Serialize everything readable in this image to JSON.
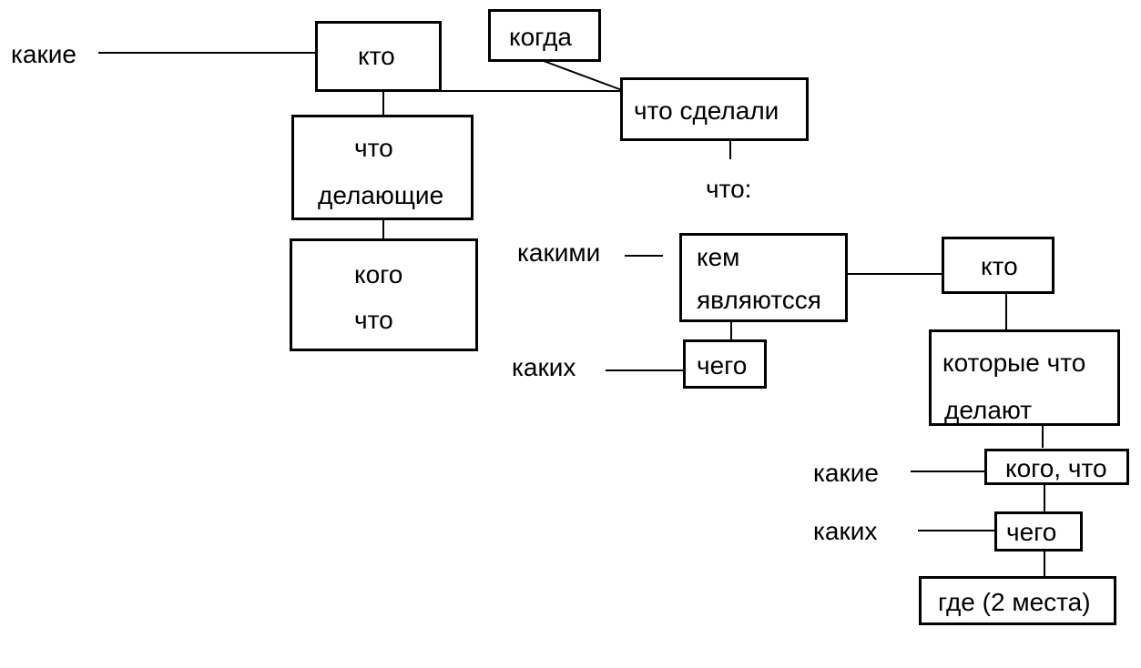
{
  "diagram": {
    "nodes": {
      "who_top": "кто",
      "when": "когда",
      "what_did": "что сделали",
      "doing_what_1": "что",
      "doing_what_2": "делающие",
      "whom_what_1": "кого",
      "whom_what_2": "что",
      "by_whom_1": "кем",
      "by_whom_2": "являютсся",
      "of_what": "чего",
      "who_right": "кто",
      "which_do_1": "которые что",
      "which_do_2": "делают",
      "whom_what_right": "кого, что",
      "of_what_right": "чего",
      "where": "где (2 места)"
    },
    "labels": {
      "what_colon": "что:",
      "which_top": "какие",
      "by_which": "какими",
      "of_which_mid": "каких",
      "which_right": "какие",
      "of_which_right": "каких"
    }
  }
}
